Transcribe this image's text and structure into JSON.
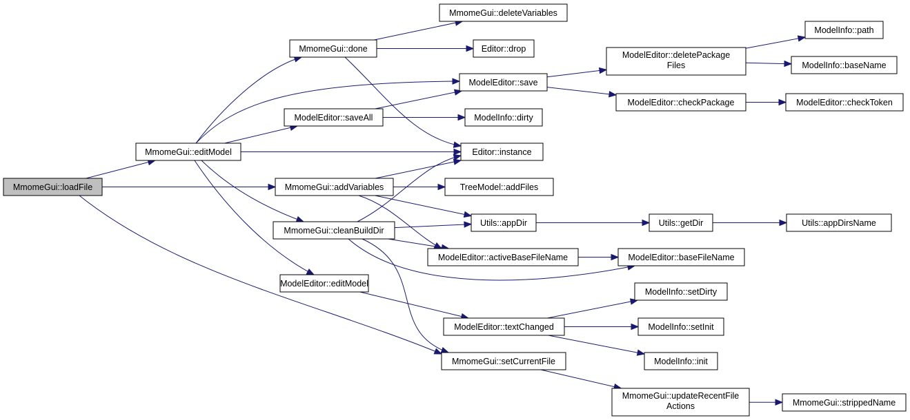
{
  "graph": {
    "nodes": [
      {
        "id": "loadFile",
        "label": "MmomeGui::loadFile",
        "root": true
      },
      {
        "id": "editModel",
        "label": "MmomeGui::editModel"
      },
      {
        "id": "done",
        "label": "MmomeGui::done"
      },
      {
        "id": "deleteVariables",
        "label": "MmomeGui::deleteVariables"
      },
      {
        "id": "drop",
        "label": "Editor::drop"
      },
      {
        "id": "save",
        "label": "ModelEditor::save"
      },
      {
        "id": "saveAll",
        "label": "ModelEditor::saveAll"
      },
      {
        "id": "dirty",
        "label": "ModelInfo::dirty"
      },
      {
        "id": "instance",
        "label": "Editor::instance"
      },
      {
        "id": "addVariables",
        "label": "MmomeGui::addVariables"
      },
      {
        "id": "addFiles",
        "label": "TreeModel::addFiles"
      },
      {
        "id": "cleanBuildDir",
        "label": "MmomeGui::cleanBuildDir"
      },
      {
        "id": "appDir",
        "label": "Utils::appDir"
      },
      {
        "id": "getDir",
        "label": "Utils::getDir"
      },
      {
        "id": "appDirsName",
        "label": "Utils::appDirsName"
      },
      {
        "id": "activeBaseFileName",
        "label": "ModelEditor::activeBaseFileName"
      },
      {
        "id": "baseFileName",
        "label": "ModelEditor::baseFileName"
      },
      {
        "id": "meEditModel",
        "label": "ModelEditor::editModel"
      },
      {
        "id": "textChanged",
        "label": "ModelEditor::textChanged"
      },
      {
        "id": "setDirty",
        "label": "ModelInfo::setDirty"
      },
      {
        "id": "setInit",
        "label": "ModelInfo::setInit"
      },
      {
        "id": "init",
        "label": "ModelInfo::init"
      },
      {
        "id": "setCurrentFile",
        "label": "MmomeGui::setCurrentFile"
      },
      {
        "id": "updateRecent",
        "lines": [
          "MmomeGui::updateRecentFile",
          "Actions"
        ]
      },
      {
        "id": "strippedName",
        "label": "MmomeGui::strippedName"
      },
      {
        "id": "deletePackageFiles",
        "lines": [
          "ModelEditor::deletePackage",
          "Files"
        ]
      },
      {
        "id": "checkPackage",
        "label": "ModelEditor::checkPackage"
      },
      {
        "id": "checkToken",
        "label": "ModelEditor::checkToken"
      },
      {
        "id": "path",
        "label": "ModelInfo::path"
      },
      {
        "id": "baseName",
        "label": "ModelInfo::baseName"
      }
    ],
    "edges": [
      {
        "from": "loadFile",
        "to": "editModel"
      },
      {
        "from": "loadFile",
        "to": "addVariables"
      },
      {
        "from": "loadFile",
        "to": "setCurrentFile"
      },
      {
        "from": "editModel",
        "to": "done"
      },
      {
        "from": "editModel",
        "to": "save"
      },
      {
        "from": "editModel",
        "to": "saveAll"
      },
      {
        "from": "editModel",
        "to": "instance"
      },
      {
        "from": "editModel",
        "to": "cleanBuildDir"
      },
      {
        "from": "editModel",
        "to": "meEditModel"
      },
      {
        "from": "done",
        "to": "deleteVariables"
      },
      {
        "from": "done",
        "to": "drop"
      },
      {
        "from": "done",
        "to": "instance"
      },
      {
        "from": "saveAll",
        "to": "save"
      },
      {
        "from": "saveAll",
        "to": "dirty"
      },
      {
        "from": "save",
        "to": "deletePackageFiles"
      },
      {
        "from": "save",
        "to": "checkPackage"
      },
      {
        "from": "deletePackageFiles",
        "to": "path"
      },
      {
        "from": "deletePackageFiles",
        "to": "baseName"
      },
      {
        "from": "checkPackage",
        "to": "checkToken"
      },
      {
        "from": "addVariables",
        "to": "instance"
      },
      {
        "from": "addVariables",
        "to": "addFiles"
      },
      {
        "from": "addVariables",
        "to": "appDir"
      },
      {
        "from": "addVariables",
        "to": "activeBaseFileName"
      },
      {
        "from": "cleanBuildDir",
        "to": "instance"
      },
      {
        "from": "cleanBuildDir",
        "to": "appDir"
      },
      {
        "from": "cleanBuildDir",
        "to": "activeBaseFileName"
      },
      {
        "from": "cleanBuildDir",
        "to": "baseFileName"
      },
      {
        "from": "cleanBuildDir",
        "to": "setCurrentFile"
      },
      {
        "from": "appDir",
        "to": "getDir"
      },
      {
        "from": "getDir",
        "to": "appDirsName"
      },
      {
        "from": "activeBaseFileName",
        "to": "baseFileName"
      },
      {
        "from": "meEditModel",
        "to": "textChanged"
      },
      {
        "from": "textChanged",
        "to": "setDirty"
      },
      {
        "from": "textChanged",
        "to": "setInit"
      },
      {
        "from": "textChanged",
        "to": "init"
      },
      {
        "from": "setCurrentFile",
        "to": "updateRecent"
      },
      {
        "from": "updateRecent",
        "to": "strippedName"
      }
    ]
  }
}
